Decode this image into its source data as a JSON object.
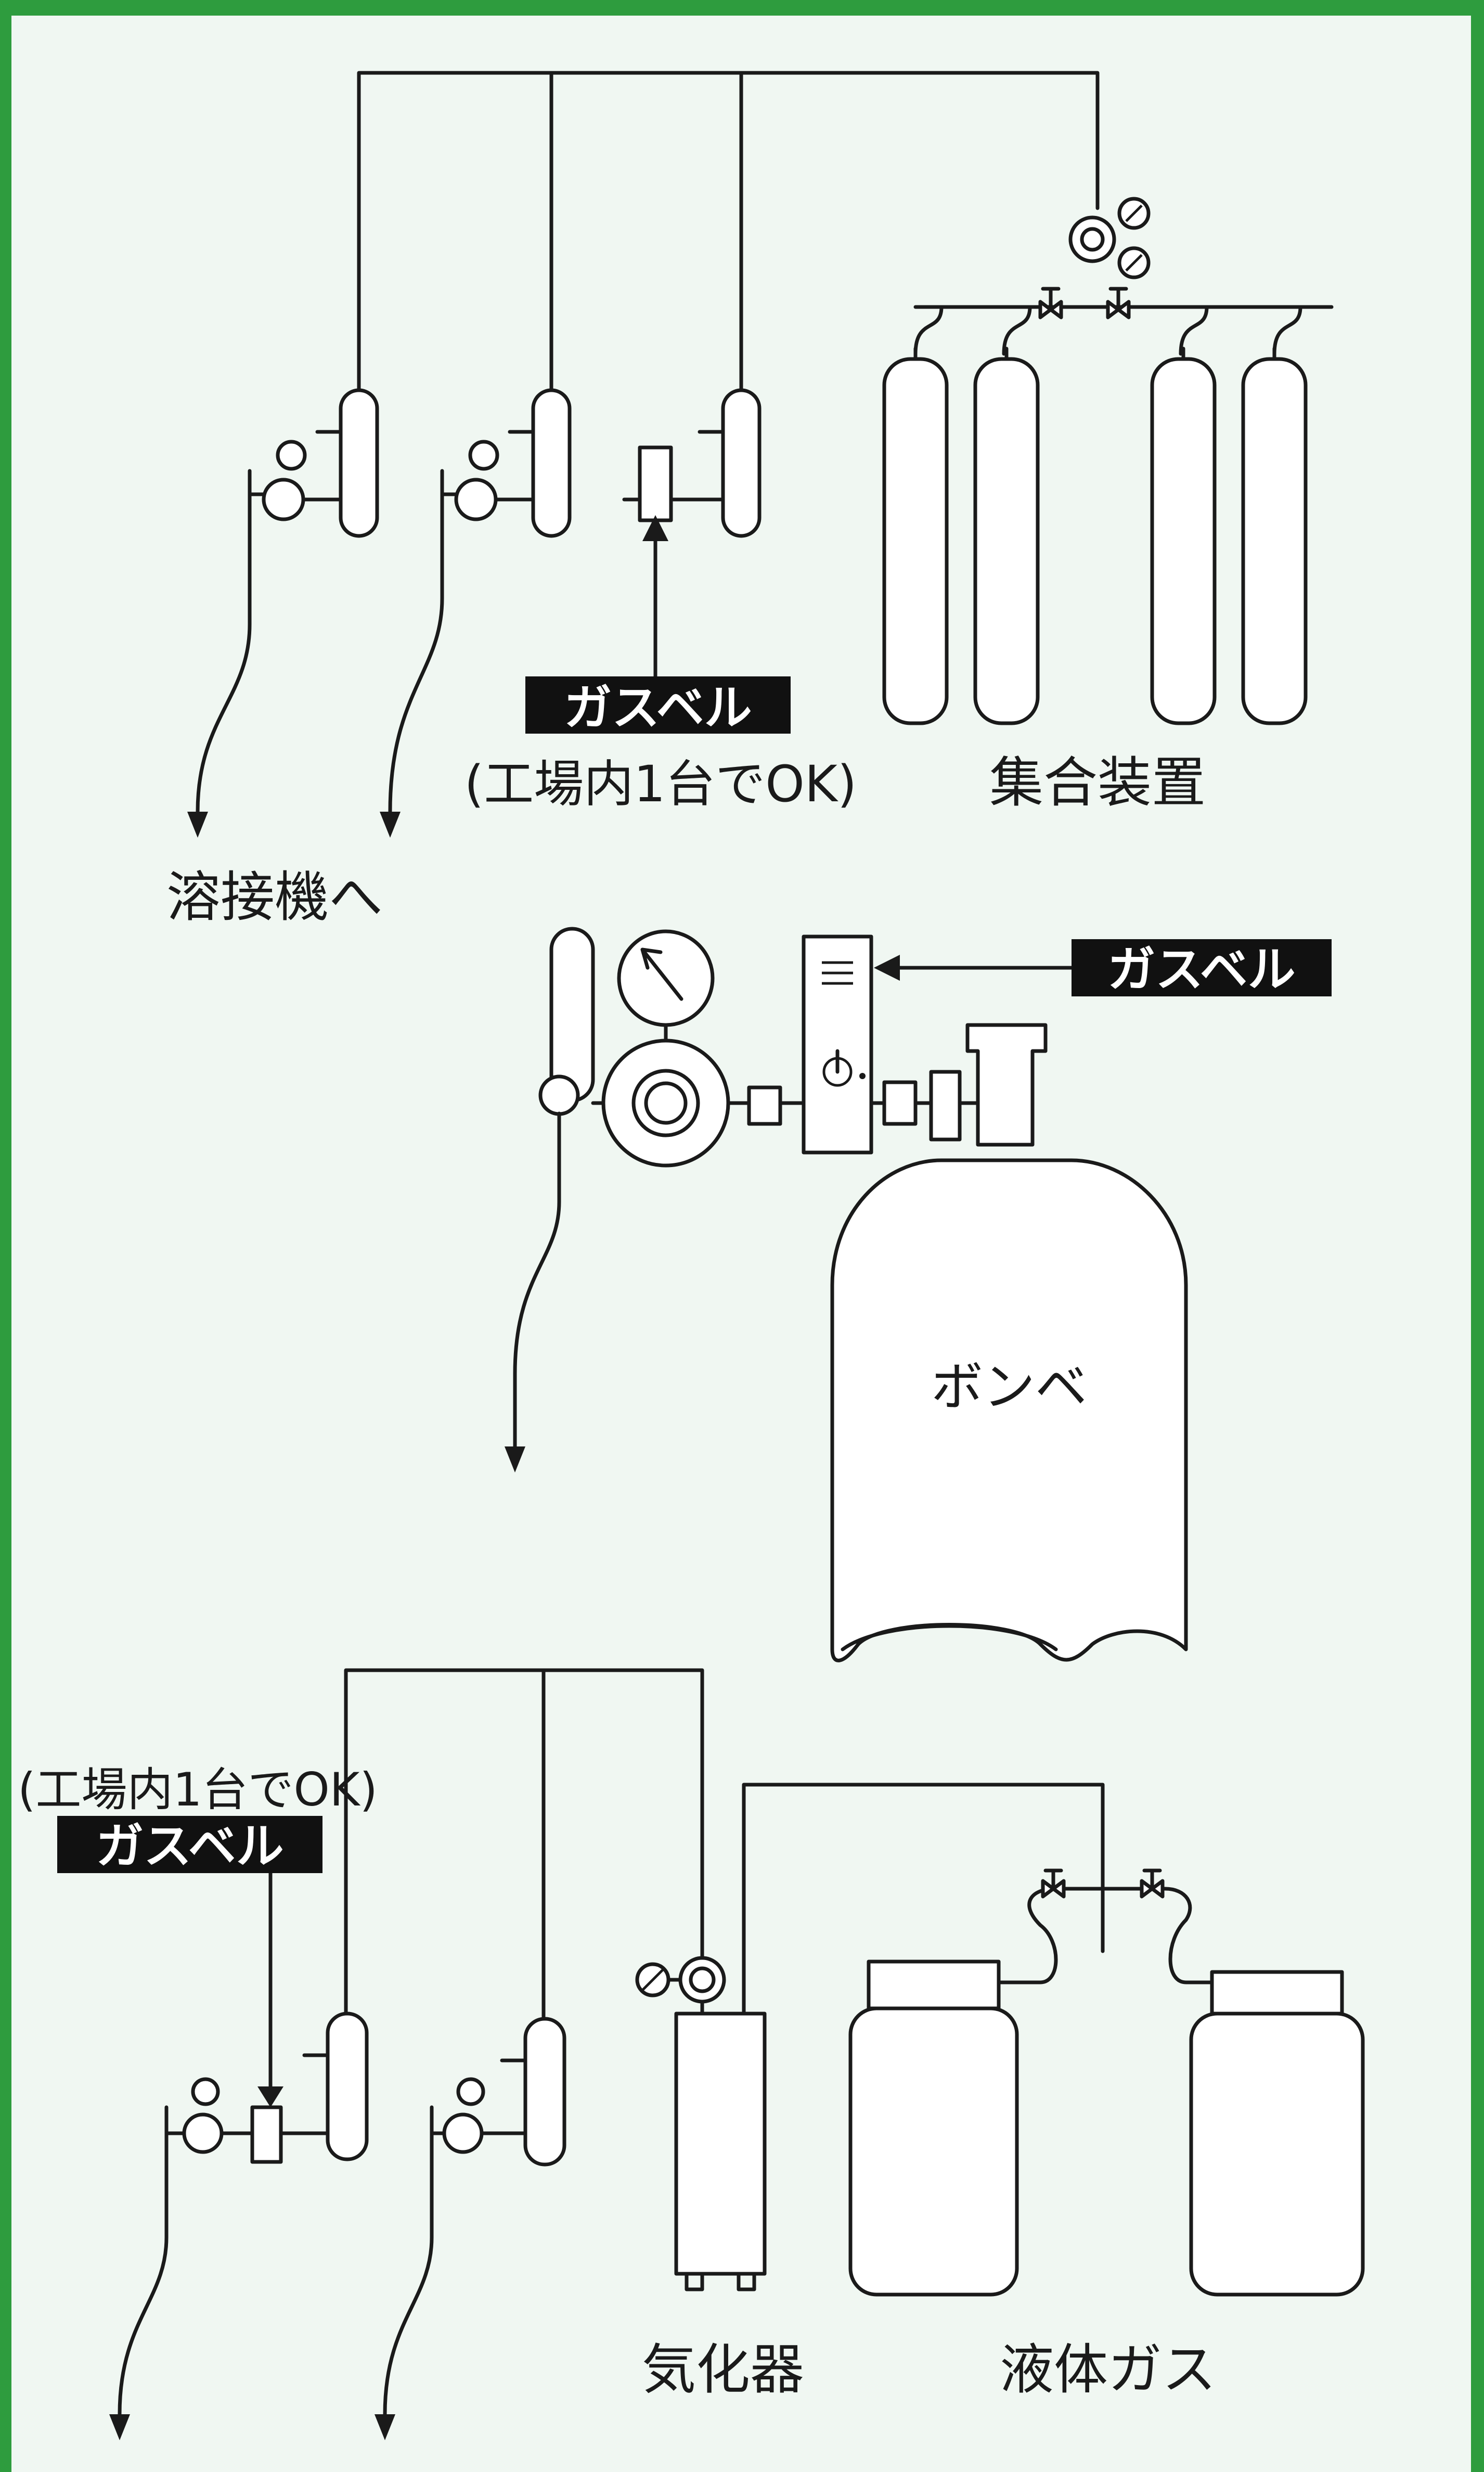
{
  "colors": {
    "border": "#2e9c3e",
    "panel": "#f0f7f2",
    "line": "#1a1a1a",
    "label_bg": "#111111",
    "label_text": "#ffffff"
  },
  "top_section": {
    "gasbell_label": "ガスベル",
    "gasbell_note": "(工場内1台でOK)",
    "manifold_label": "集合装置",
    "welder_label": "溶接機へ"
  },
  "middle_section": {
    "gasbell_label": "ガスベル",
    "cylinder_label": "ボンベ"
  },
  "bottom_section": {
    "gasbell_note": "(工場内1台でOK)",
    "gasbell_label": "ガスベル",
    "vaporizer_label": "気化器",
    "liquid_gas_label": "液体ガス"
  }
}
